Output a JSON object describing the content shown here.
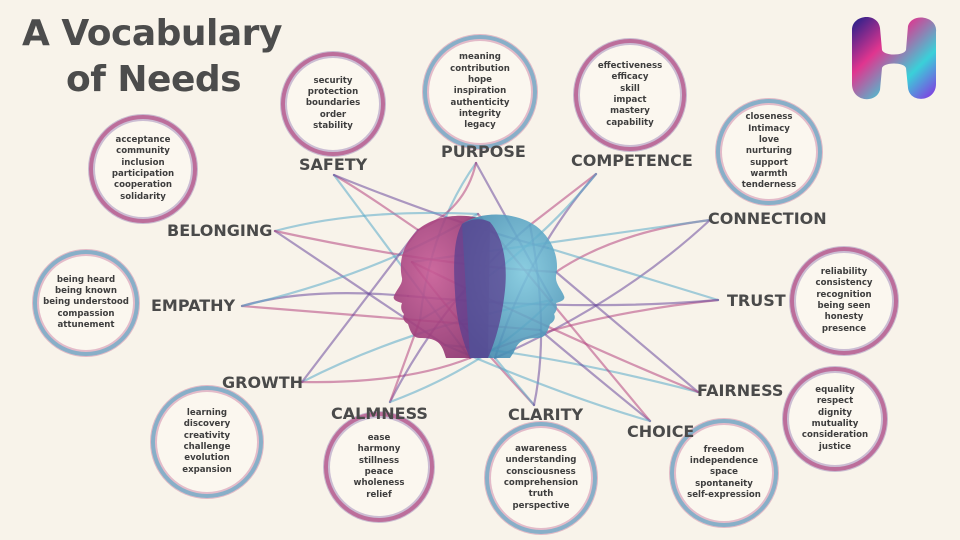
{
  "title_line1": "A Vocabulary",
  "title_line2": "of Needs",
  "logo": {
    "icon": "gradient-blob-logo",
    "colors": [
      "#1b1f8a",
      "#e0358f",
      "#3ad0d9",
      "#8a2be2"
    ]
  },
  "colors": {
    "pink": "#b4467f",
    "blue": "#5aa9c8",
    "purple": "#6b4a9c",
    "text": "#4a4a4a",
    "background": "#f8f3ea"
  },
  "needs": [
    {
      "id": "safety",
      "label": "SAFETY",
      "items": [
        "security",
        "protection",
        "boundaries",
        "order",
        "stability"
      ]
    },
    {
      "id": "purpose",
      "label": "PURPOSE",
      "items": [
        "meaning",
        "contribution",
        "hope",
        "inspiration",
        "authenticity",
        "integrity",
        "legacy"
      ]
    },
    {
      "id": "competence",
      "label": "COMPETENCE",
      "items": [
        "effectiveness",
        "efficacy",
        "skill",
        "impact",
        "mastery",
        "capability"
      ]
    },
    {
      "id": "connection",
      "label": "CONNECTION",
      "items": [
        "closeness",
        "Intimacy",
        "love",
        "nurturing",
        "support",
        "warmth",
        "tenderness"
      ]
    },
    {
      "id": "belonging",
      "label": "BELONGING",
      "items": [
        "acceptance",
        "community",
        "inclusion",
        "participation",
        "cooperation",
        "solidarity"
      ]
    },
    {
      "id": "empathy",
      "label": "EMPATHY",
      "items": [
        "being heard",
        "being known",
        "being understood",
        "compassion",
        "attunement"
      ]
    },
    {
      "id": "trust",
      "label": "TRUST",
      "items": [
        "reliability",
        "consistency",
        "recognition",
        "being seen",
        "honesty",
        "presence"
      ]
    },
    {
      "id": "growth",
      "label": "GROWTH",
      "items": [
        "learning",
        "discovery",
        "creativity",
        "challenge",
        "evolution",
        "expansion"
      ]
    },
    {
      "id": "calmness",
      "label": "CALMNESS",
      "items": [
        "ease",
        "harmony",
        "stillness",
        "peace",
        "wholeness",
        "relief"
      ]
    },
    {
      "id": "clarity",
      "label": "CLARITY",
      "items": [
        "awareness",
        "understanding",
        "consciousness",
        "comprehension",
        "truth",
        "perspective"
      ]
    },
    {
      "id": "fairness",
      "label": "FAIRNESS",
      "items": [
        "equality",
        "respect",
        "dignity",
        "mutuality",
        "consideration",
        "justice"
      ]
    },
    {
      "id": "choice",
      "label": "CHOICE",
      "items": [
        "freedom",
        "independence",
        "space",
        "spontaneity",
        "self-expression"
      ]
    }
  ]
}
